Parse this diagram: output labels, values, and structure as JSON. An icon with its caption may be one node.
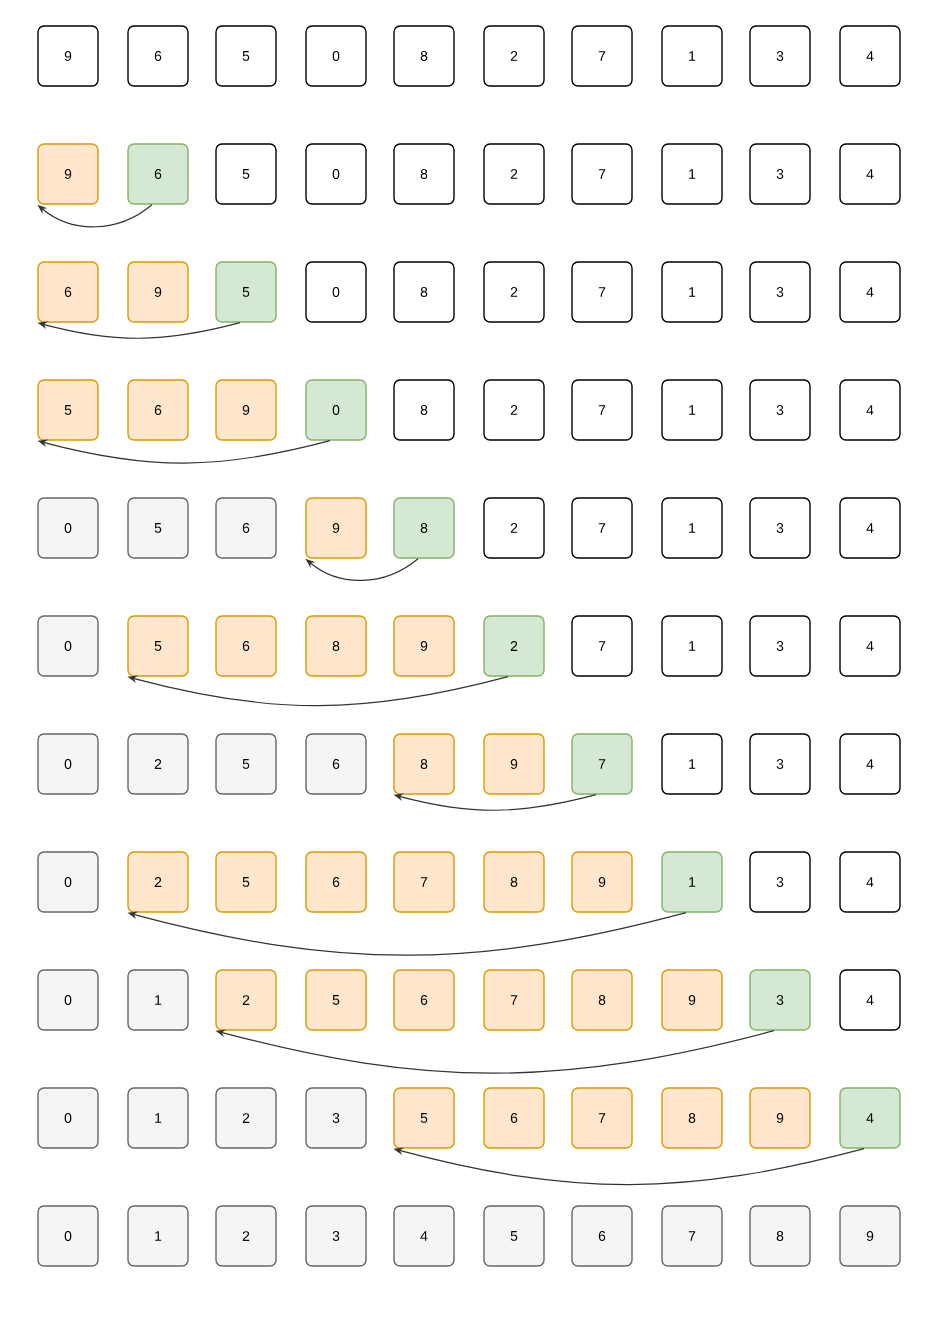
{
  "diagram": {
    "nodes": [
      {
        "text": [
          "9"
        ]
      },
      {
        "text": [
          "6"
        ]
      },
      {
        "text": [
          "5"
        ]
      },
      {
        "text": [
          "0"
        ]
      },
      {
        "text": [
          "8"
        ]
      },
      {
        "text": [
          "2"
        ]
      },
      {
        "text": [
          "7"
        ]
      },
      {
        "text": [
          "1"
        ]
      },
      {
        "text": [
          "3"
        ]
      },
      {
        "text": [
          "4"
        ]
      },
      {
        "text": [
          "9"
        ]
      },
      {
        "text": [
          "6"
        ]
      },
      {
        "text": [
          "5"
        ]
      },
      {
        "text": [
          "0"
        ]
      },
      {
        "text": [
          "8"
        ]
      },
      {
        "text": [
          "2"
        ]
      },
      {
        "text": [
          "7"
        ]
      },
      {
        "text": [
          "1"
        ]
      },
      {
        "text": [
          "3"
        ]
      },
      {
        "text": [
          "4"
        ]
      },
      {
        "text": [
          "6"
        ]
      },
      {
        "text": [
          "9"
        ]
      },
      {
        "text": [
          "5"
        ]
      },
      {
        "text": [
          "0"
        ]
      },
      {
        "text": [
          "8"
        ]
      },
      {
        "text": [
          "2"
        ]
      },
      {
        "text": [
          "7"
        ]
      },
      {
        "text": [
          "1"
        ]
      },
      {
        "text": [
          "3"
        ]
      },
      {
        "text": [
          "4"
        ]
      },
      {
        "text": [
          "5"
        ]
      },
      {
        "text": [
          "6"
        ]
      },
      {
        "text": [
          "9"
        ]
      },
      {
        "text": [
          "0"
        ]
      },
      {
        "text": [
          "8"
        ]
      },
      {
        "text": [
          "2"
        ]
      },
      {
        "text": [
          "7"
        ]
      },
      {
        "text": [
          "1"
        ]
      },
      {
        "text": [
          "3"
        ]
      },
      {
        "text": [
          "4"
        ]
      },
      {
        "text": [
          "0"
        ]
      },
      {
        "text": [
          "5"
        ]
      },
      {
        "text": [
          "6"
        ]
      },
      {
        "text": [
          "9"
        ]
      },
      {
        "text": [
          "8"
        ]
      },
      {
        "text": [
          "2"
        ]
      },
      {
        "text": [
          "7"
        ]
      },
      {
        "text": [
          "1"
        ]
      },
      {
        "text": [
          "3"
        ]
      },
      {
        "text": [
          "4"
        ]
      },
      {
        "text": [
          "0"
        ]
      },
      {
        "text": [
          "5"
        ]
      },
      {
        "text": [
          "6"
        ]
      },
      {
        "text": [
          "8"
        ]
      },
      {
        "text": [
          "9"
        ]
      },
      {
        "text": [
          "2"
        ]
      },
      {
        "text": [
          "7"
        ]
      },
      {
        "text": [
          "1"
        ]
      },
      {
        "text": [
          "3"
        ]
      },
      {
        "text": [
          "4"
        ]
      },
      {
        "text": [
          "0"
        ]
      },
      {
        "text": [
          "2"
        ]
      },
      {
        "text": [
          "5"
        ]
      },
      {
        "text": [
          "6"
        ]
      },
      {
        "text": [
          "8"
        ]
      },
      {
        "text": [
          "9"
        ]
      },
      {
        "text": [
          "7"
        ]
      },
      {
        "text": [
          "1"
        ]
      },
      {
        "text": [
          "3"
        ]
      },
      {
        "text": [
          "4"
        ]
      },
      {
        "text": [
          "0"
        ]
      },
      {
        "text": [
          "2"
        ]
      },
      {
        "text": [
          "5"
        ]
      },
      {
        "text": [
          "6"
        ]
      },
      {
        "text": [
          "7"
        ]
      },
      {
        "text": [
          "8"
        ]
      },
      {
        "text": [
          "9"
        ]
      },
      {
        "text": [
          "1"
        ]
      },
      {
        "text": [
          "3"
        ]
      },
      {
        "text": [
          "4"
        ]
      },
      {
        "text": [
          "0"
        ]
      },
      {
        "text": [
          "1"
        ]
      },
      {
        "text": [
          "2"
        ]
      },
      {
        "text": [
          "5"
        ]
      },
      {
        "text": [
          "6"
        ]
      },
      {
        "text": [
          "7"
        ]
      },
      {
        "text": [
          "8"
        ]
      },
      {
        "text": [
          "9"
        ]
      },
      {
        "text": [
          "3"
        ]
      },
      {
        "text": [
          "4"
        ]
      },
      {
        "text": [
          "0"
        ]
      },
      {
        "text": [
          "1"
        ]
      },
      {
        "text": [
          "2"
        ]
      },
      {
        "text": [
          "3"
        ]
      },
      {
        "text": [
          "5"
        ]
      },
      {
        "text": [
          "6"
        ]
      },
      {
        "text": [
          "7"
        ]
      },
      {
        "text": [
          "8"
        ]
      },
      {
        "text": [
          "9"
        ]
      },
      {
        "text": [
          "4"
        ]
      },
      {
        "text": [
          "0"
        ]
      },
      {
        "text": [
          "1"
        ]
      },
      {
        "text": [
          "2"
        ]
      },
      {
        "text": [
          "3"
        ]
      },
      {
        "text": [
          "4"
        ]
      },
      {
        "text": [
          "5"
        ]
      },
      {
        "text": [
          "6"
        ]
      },
      {
        "text": [
          "7"
        ]
      },
      {
        "text": [
          "8"
        ]
      },
      {
        "text": [
          "9"
        ]
      }
    ],
    "edges": [
      {
        "from": 11,
        "to": 10,
        "arrow": "to"
      },
      {
        "from": 22,
        "to": 20,
        "arrow": "to"
      },
      {
        "from": 33,
        "to": 30,
        "arrow": "to"
      },
      {
        "from": 44,
        "to": 43,
        "arrow": "to"
      },
      {
        "from": 55,
        "to": 51,
        "arrow": "to"
      },
      {
        "from": 66,
        "to": 64,
        "arrow": "to"
      },
      {
        "from": 77,
        "to": 71,
        "arrow": "to"
      },
      {
        "from": 88,
        "to": 82,
        "arrow": "to"
      },
      {
        "from": 99,
        "to": 94,
        "arrow": "to"
      }
    ]
  }
}
